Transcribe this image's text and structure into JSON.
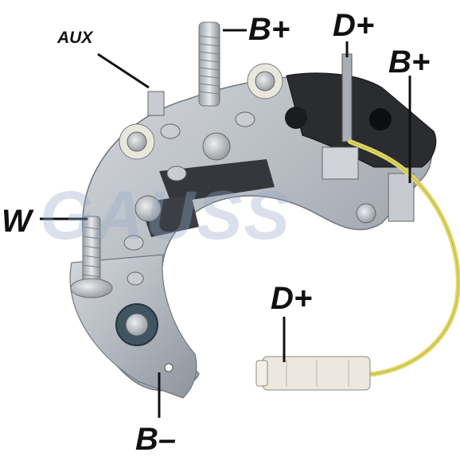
{
  "labels": {
    "aux": "AUX",
    "b_plus_top": "B+",
    "d_plus_top": "D+",
    "b_plus_right": "B+",
    "w": "W",
    "d_plus_connector": "D+",
    "b_minus": "B–"
  },
  "watermark": "GAUSS",
  "colors": {
    "plate": "#b7bcc2",
    "plate_dark": "#8a9098",
    "insulator": "#2a2c30",
    "wire": "#e2d86a",
    "connector": "#ece8df",
    "label": "#111111"
  }
}
